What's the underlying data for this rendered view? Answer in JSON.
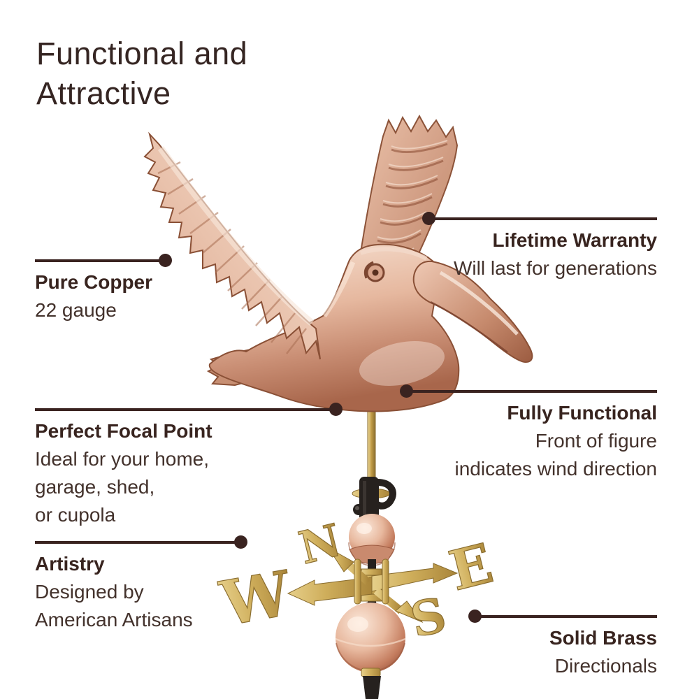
{
  "header": {
    "title_line1": "Functional and",
    "title_line2": "Attractive"
  },
  "callouts": [
    {
      "id": "pure-copper",
      "heading": "Pure Copper",
      "lines": [
        "22 gauge"
      ]
    },
    {
      "id": "lifetime-warranty",
      "heading": "Lifetime Warranty",
      "lines": [
        "Will last for generations"
      ]
    },
    {
      "id": "perfect-focal-point",
      "heading": "Perfect Focal Point",
      "lines": [
        "Ideal for your home,",
        "garage, shed,",
        "or cupola"
      ]
    },
    {
      "id": "fully-functional",
      "heading": "Fully Functional",
      "lines": [
        "Front of figure",
        "indicates wind direction"
      ]
    },
    {
      "id": "artistry",
      "heading": "Artistry",
      "lines": [
        "Designed by",
        "American Artisans"
      ]
    },
    {
      "id": "solid-brass",
      "heading": "Solid Brass",
      "lines": [
        "Directionals"
      ]
    }
  ],
  "weathervane": {
    "subject": "flying pelican copper weathervane with brass directionals",
    "directions": {
      "north": "N",
      "south": "S",
      "east": "E",
      "west": "W"
    }
  },
  "colors": {
    "background": "#ffffff",
    "text_dark": "#352522",
    "leader_line": "#3a2320",
    "copper_light": "#f6e0d2",
    "copper_mid": "#dfae95",
    "copper_deep": "#a8664b",
    "brass": "#c8a851",
    "brass_dark": "#8a6d2f",
    "rod_black": "#26211e"
  }
}
